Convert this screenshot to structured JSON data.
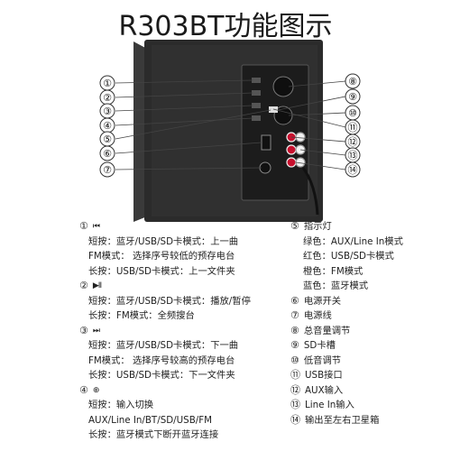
{
  "title": "R303BT功能图示",
  "callouts_left": [
    "①",
    "②",
    "③",
    "④",
    "⑤",
    "⑥",
    "⑦"
  ],
  "callouts_right": [
    "⑧",
    "⑨",
    "⑩",
    "⑪",
    "⑫",
    "⑬",
    "⑭"
  ],
  "items": {
    "i1": {
      "num": "①",
      "icon": "⏮",
      "lines": [
        "短按：蓝牙/USB/SD卡模式：上一曲",
        "FM模式：  选择序号较低的预存电台",
        "长按：USB/SD卡模式：上一文件夹"
      ]
    },
    "i2": {
      "num": "②",
      "icon": "▶II",
      "lines": [
        "短按：蓝牙/USB/SD卡模式：播放/暂停",
        "长按：FM模式：全频搜台"
      ]
    },
    "i3": {
      "num": "③",
      "icon": "⏭",
      "lines": [
        "短按：蓝牙/USB/SD卡模式：下一曲",
        "FM模式：  选择序号较高的预存电台",
        "长按：USB/SD卡模式：下一文件夹"
      ]
    },
    "i4": {
      "num": "④",
      "icon": "⊕",
      "lines": [
        "短按：输入切换",
        "AUX/Line In/BT/SD/USB/FM",
        "长按：蓝牙模式下断开蓝牙连接"
      ]
    },
    "i5": {
      "num": "⑤",
      "label": "指示灯",
      "lines": [
        "绿色：AUX/Line In模式",
        "红色：USB/SD卡模式",
        "橙色：FM模式",
        "蓝色：蓝牙模式"
      ]
    },
    "right_list": [
      {
        "num": "⑥",
        "label": "电源开关"
      },
      {
        "num": "⑦",
        "label": "电源线"
      },
      {
        "num": "⑧",
        "label": "总音量调节"
      },
      {
        "num": "⑨",
        "label": "SD卡槽"
      },
      {
        "num": "⑩",
        "label": "低音调节"
      },
      {
        "num": "⑪",
        "label": "USB接口"
      },
      {
        "num": "⑫",
        "label": "AUX输入"
      },
      {
        "num": "⑬",
        "label": "Line In输入"
      },
      {
        "num": "⑭",
        "label": "输出至左右卫星箱"
      }
    ]
  }
}
